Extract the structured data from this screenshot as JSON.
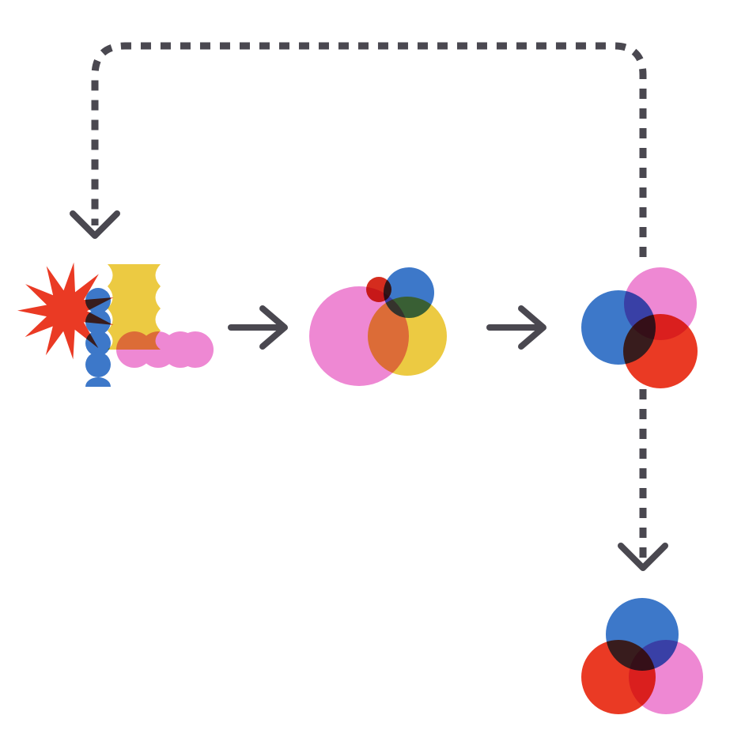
{
  "colors": {
    "line": "#4a4850",
    "blue": "#3d78c9",
    "pink": "#ee88d3",
    "red": "#ea3a24",
    "yellow": "#ecca42",
    "dark_red": "#d52c1e"
  },
  "icons": {
    "starting_shapes": "abstract-shapes-cluster",
    "merged_circles": "overlapping-circles-group",
    "arrow": "right-arrow",
    "loop": "dashed-loop-connector"
  }
}
